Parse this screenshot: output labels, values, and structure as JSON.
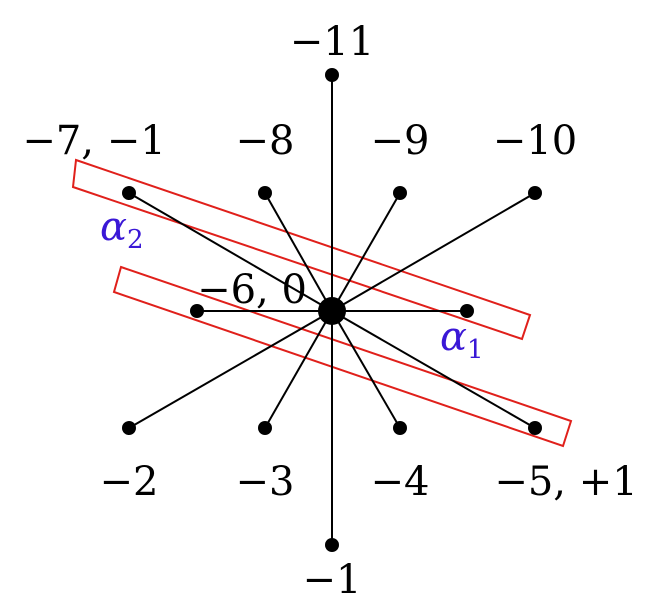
{
  "center": {
    "label": "−6, 0"
  },
  "nodes": [
    {
      "id": "n-11",
      "label": "−11"
    },
    {
      "id": "n-7",
      "label": "−7, −1"
    },
    {
      "id": "n-8",
      "label": "−8"
    },
    {
      "id": "n-9",
      "label": "−9"
    },
    {
      "id": "n-10",
      "label": "−10"
    },
    {
      "id": "n-2",
      "label": "−2"
    },
    {
      "id": "n-3",
      "label": "−3"
    },
    {
      "id": "n-4",
      "label": "−4"
    },
    {
      "id": "n-5",
      "label": "−5, +1"
    },
    {
      "id": "n-1",
      "label": "−1"
    }
  ],
  "highlights": [
    {
      "id": "alpha1",
      "symbol": "α",
      "subscript": "1",
      "color": "#3a18d6",
      "box_color": "#e0201b"
    },
    {
      "id": "alpha2",
      "symbol": "α",
      "subscript": "2",
      "color": "#3a18d6",
      "box_color": "#e0201b"
    }
  ]
}
